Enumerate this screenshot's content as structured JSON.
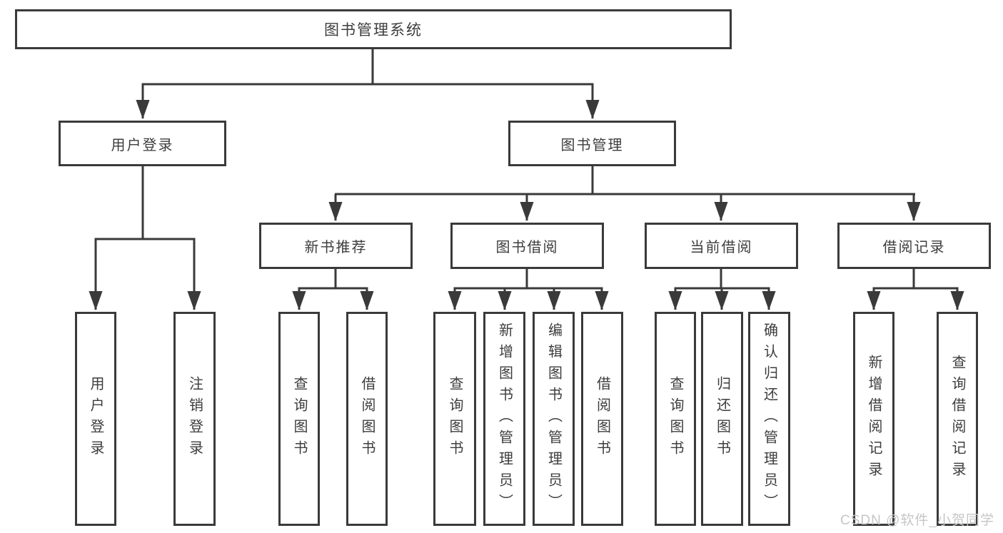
{
  "tree": {
    "label": "图书管理系统",
    "children": [
      {
        "label": "用户登录",
        "children": [
          {
            "label": "用户登录"
          },
          {
            "label": "注销登录"
          }
        ]
      },
      {
        "label": "图书管理",
        "children": [
          {
            "label": "新书推荐",
            "children": [
              {
                "label": "查询图书"
              },
              {
                "label": "借阅图书"
              }
            ]
          },
          {
            "label": "图书借阅",
            "children": [
              {
                "label": "查询图书"
              },
              {
                "label": "新增图书（管理员）"
              },
              {
                "label": "编辑图书（管理员）"
              },
              {
                "label": "借阅图书"
              }
            ]
          },
          {
            "label": "当前借阅",
            "children": [
              {
                "label": "查询图书"
              },
              {
                "label": "归还图书"
              },
              {
                "label": "确认归还（管理员）"
              }
            ]
          },
          {
            "label": "借阅记录",
            "children": [
              {
                "label": "新增借阅记录"
              },
              {
                "label": "查询借阅记录"
              }
            ]
          }
        ]
      }
    ]
  },
  "watermark": {
    "text": "CSDN @软件_小贺同学",
    "color": "#c6c6c6"
  },
  "colors": {
    "background": "#ffffff",
    "box_fill": "#ffffff",
    "box_border": "#3a3a3a",
    "connector": "#3a3a3a",
    "text": "#3d3d3d"
  }
}
